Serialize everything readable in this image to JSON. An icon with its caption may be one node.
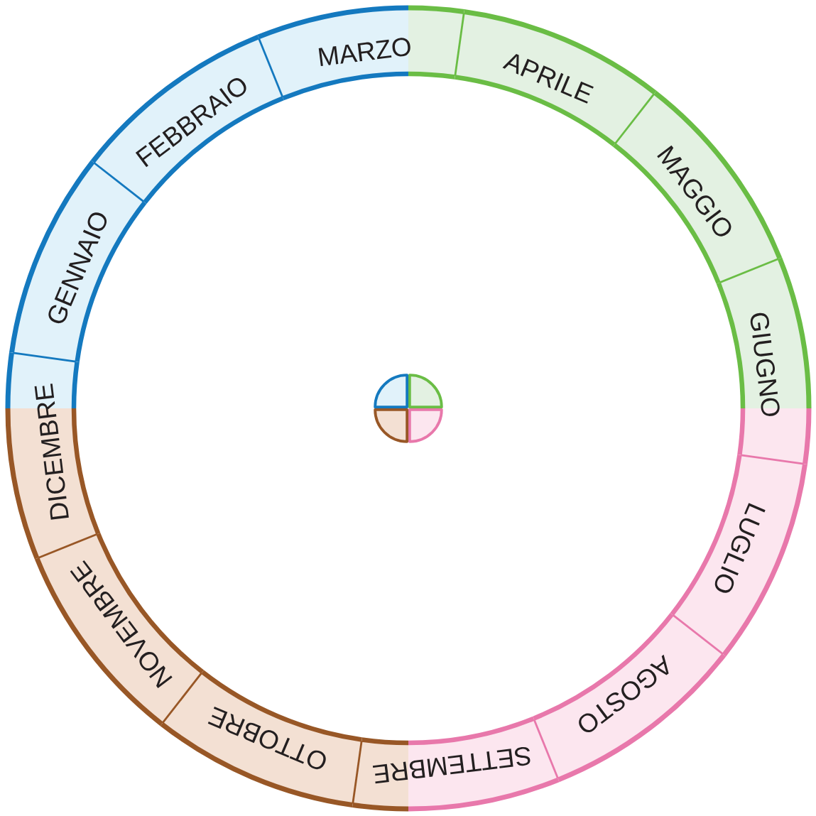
{
  "diagram": {
    "nodes": [
      {
        "text": [
          "GENNAIO"
        ]
      },
      {
        "text": [
          "FEBBRAIO"
        ]
      },
      {
        "text": [
          "MARZO"
        ]
      },
      {
        "text": [
          "APRILE"
        ]
      },
      {
        "text": [
          "MAGGIO"
        ]
      },
      {
        "text": [
          "GIUGNO"
        ]
      },
      {
        "text": [
          "LUGLIO"
        ]
      },
      {
        "text": [
          "AGOSTO"
        ]
      },
      {
        "text": [
          "SETTEMBRE"
        ]
      },
      {
        "text": [
          "OTTOBRE"
        ]
      },
      {
        "text": [
          "NOVEMBRE"
        ]
      },
      {
        "text": [
          "DICEMBRE"
        ]
      }
    ]
  }
}
